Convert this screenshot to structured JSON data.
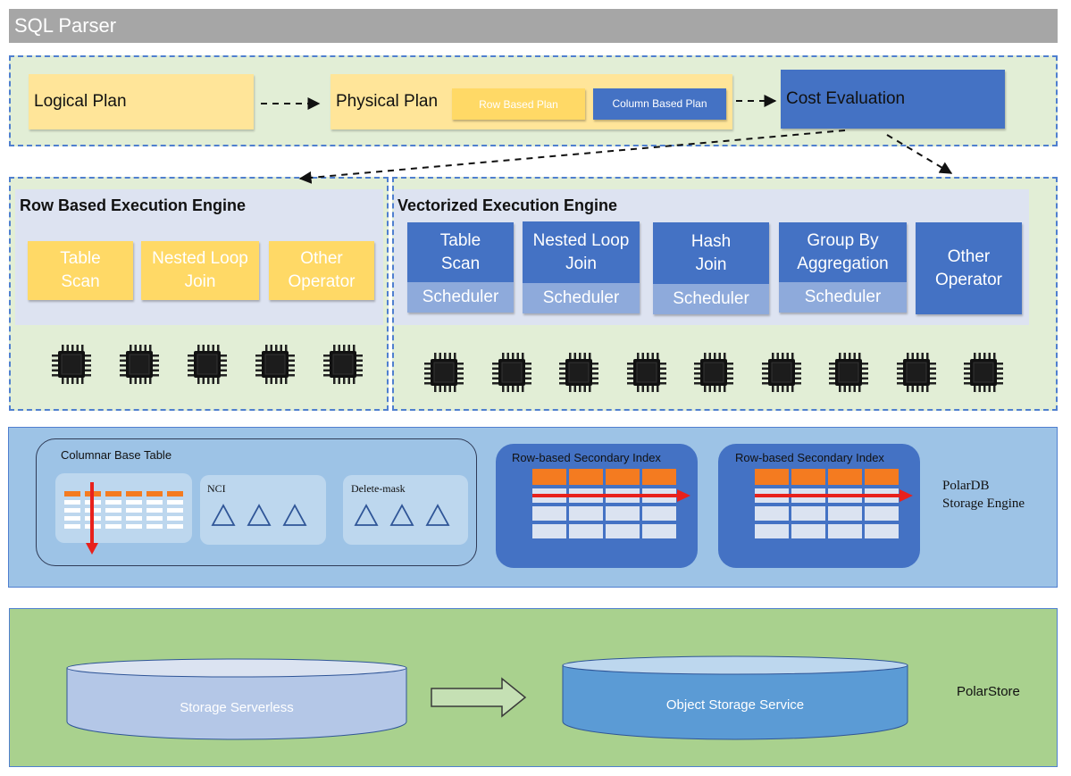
{
  "sql_parser": {
    "label": "SQL Parser"
  },
  "planner": {
    "logical_plan": "Logical Plan",
    "physical_plan": "Physical Plan",
    "row_based_plan": "Row Based Plan",
    "column_based_plan": "Column Based Plan",
    "cost_evaluation": "Cost Evaluation"
  },
  "row_engine": {
    "title": "Row Based Execution Engine",
    "operators": [
      {
        "line1": "Table",
        "line2": "Scan"
      },
      {
        "line1": "Nested Loop",
        "line2": "Join"
      },
      {
        "line1": "Other",
        "line2": "Operator"
      }
    ],
    "chip_count": 5
  },
  "vector_engine": {
    "title": "Vectorized Execution Engine",
    "operators": [
      {
        "line1": "Table",
        "line2": "Scan",
        "scheduler": "Scheduler"
      },
      {
        "line1": "Nested Loop",
        "line2": "Join",
        "scheduler": "Scheduler"
      },
      {
        "line1": "Hash",
        "line2": "Join",
        "scheduler": "Scheduler"
      },
      {
        "line1": "Group By",
        "line2": "Aggregation",
        "scheduler": "Scheduler"
      },
      {
        "line1": "Other",
        "line2": "Operator",
        "scheduler": ""
      }
    ],
    "chip_count": 9
  },
  "storage_engine": {
    "columnar_base_table": "Columnar Base Table",
    "nci": "NCI",
    "delete_mask": "Delete-mask",
    "secondary_index_1": "Row-based Secondary Index",
    "secondary_index_2": "Row-based Secondary Index",
    "label_line1": "PolarDB",
    "label_line2": "Storage Engine"
  },
  "polarstore": {
    "storage_serverless": "Storage Serverless",
    "object_storage_service": "Object Storage Service",
    "label": "PolarStore"
  },
  "colors": {
    "yellow": "#ffd966",
    "blue": "#4472c4",
    "scheduler_blue": "#8eaadb",
    "dashed_border": "#4f7fcf",
    "storage_bg": "#9dc3e6",
    "polarstore_bg": "#a9d18e",
    "index_header_orange": "#f47b20",
    "arrow_red": "#e8211c"
  }
}
